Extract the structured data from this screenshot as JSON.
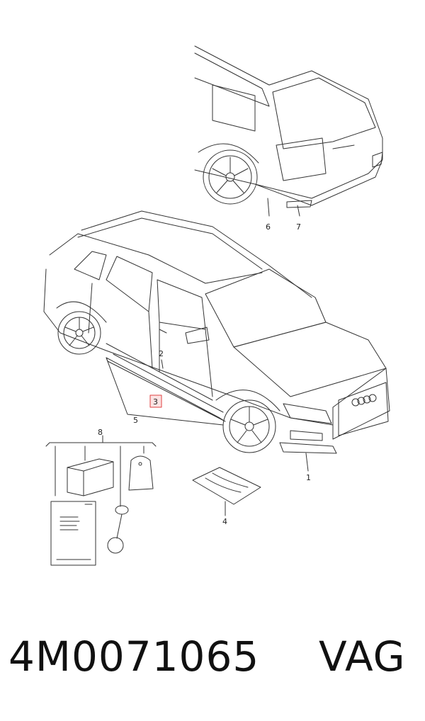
{
  "callouts": {
    "c1": "1",
    "c2": "2",
    "c3": "3",
    "c4": "4",
    "c5": "5",
    "c6": "6",
    "c7": "7",
    "c8": "8"
  },
  "footer": {
    "part_number": "4M0071065",
    "brand": "VAG"
  },
  "colors": {
    "line": "#333333",
    "highlight": "#e04040"
  }
}
